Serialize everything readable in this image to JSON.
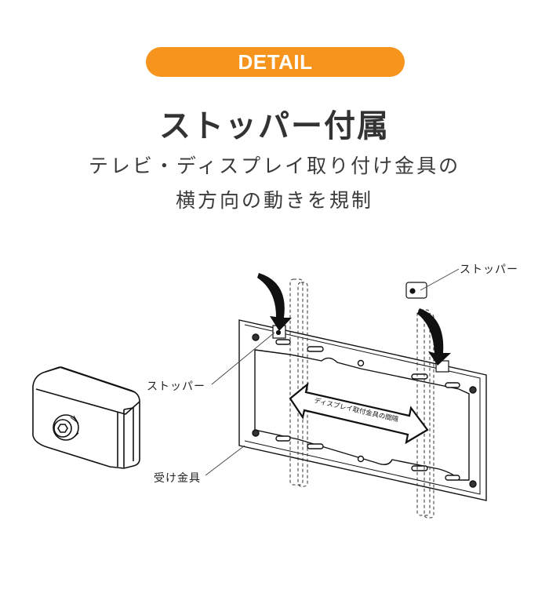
{
  "badge": {
    "label": "DETAIL",
    "color": "#f7941e"
  },
  "heading": {
    "title": "ストッパー付属"
  },
  "description": {
    "line1": "テレビ・ディスプレイ取り付け金具の",
    "line2": "横方向の動きを規制"
  },
  "diagram": {
    "labels": {
      "stopper_top": "ストッパー",
      "stopper_left": "ストッパー",
      "bracket": "受け金具",
      "arrow_text": "ディスプレイ取付金具の間隔"
    },
    "icons": [
      "stopper-closeup",
      "wall-plate",
      "mounting-rail",
      "curved-arrow",
      "double-arrow"
    ]
  }
}
